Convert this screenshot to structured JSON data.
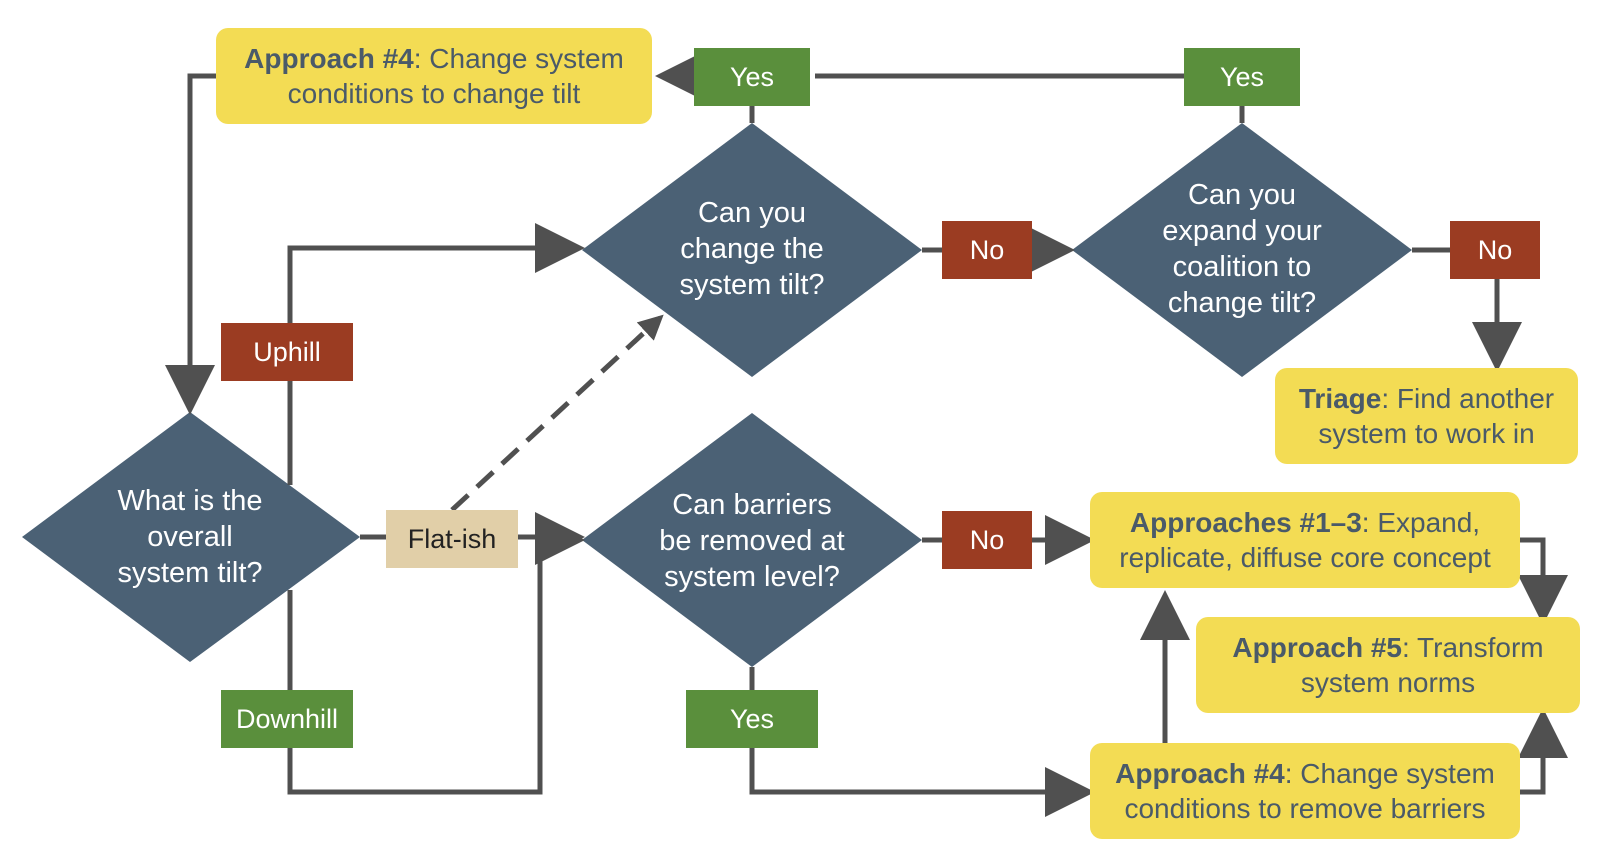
{
  "colors": {
    "diamond": "#4b6175",
    "arrow": "#505050",
    "yellow_box": "#f3dc54",
    "box_text": "#4a5a69",
    "red_label": "#9b3c22",
    "green_label": "#5a8f3c",
    "tan_label": "#e1cfa8"
  },
  "decisions": {
    "tilt": {
      "lines": [
        "What is the",
        "overall",
        "system tilt?"
      ]
    },
    "change_tilt": {
      "lines": [
        "Can you",
        "change the",
        "system tilt?"
      ]
    },
    "expand_coalition": {
      "lines": [
        "Can you",
        "expand your",
        "coalition to",
        "change tilt?"
      ]
    },
    "barriers": {
      "lines": [
        "Can barriers",
        "be removed at",
        "system level?"
      ]
    }
  },
  "outcomes": {
    "approach4_tilt": {
      "bold": "Approach #4",
      "rest": ": Change system conditions to change tilt"
    },
    "triage": {
      "bold": "Triage",
      "rest": ": Find another system to work in"
    },
    "approaches123": {
      "bold": "Approaches #1–3",
      "rest": ": Expand, replicate, diffuse core concept"
    },
    "approach5": {
      "bold": "Approach #5",
      "rest": ": Transform system norms"
    },
    "approach4_barriers": {
      "bold": "Approach #4",
      "rest": ": Change system conditions to remove barriers"
    }
  },
  "labels": {
    "uphill": "Uphill",
    "downhill": "Downhill",
    "flatish": "Flat-ish",
    "yes_top_left": "Yes",
    "yes_top_right": "Yes",
    "no_change": "No",
    "no_expand": "No",
    "no_barriers": "No",
    "yes_barriers": "Yes"
  }
}
